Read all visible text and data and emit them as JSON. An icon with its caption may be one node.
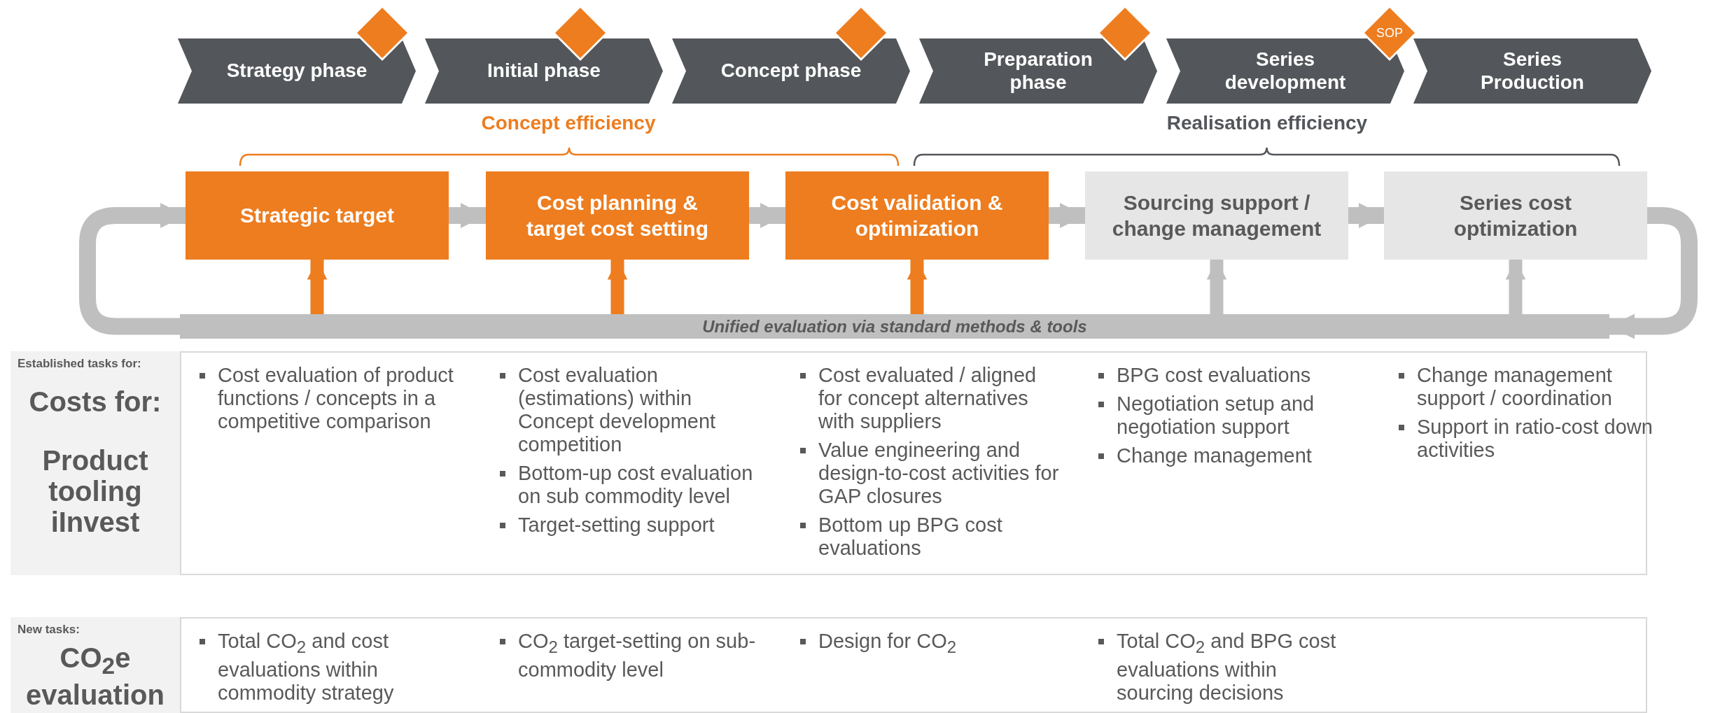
{
  "diagram": {
    "nodes": [
      {
        "text": [
          "Strategy phase"
        ]
      },
      {
        "text": [
          "Initial phase"
        ]
      },
      {
        "text": [
          "Concept phase"
        ]
      },
      {
        "text": [
          "Preparation phase"
        ]
      },
      {
        "text": [
          "Series development"
        ]
      },
      {
        "text": [
          "Series Production"
        ]
      },
      {
        "text": [],
        "shape": "diamond"
      },
      {
        "text": [],
        "shape": "diamond"
      },
      {
        "text": [],
        "shape": "diamond"
      },
      {
        "text": [],
        "shape": "diamond"
      },
      {
        "text": [
          "SOP"
        ]
      },
      {
        "text": [
          "Strategic target"
        ]
      },
      {
        "text": [
          "Cost planning & target cost setting"
        ]
      },
      {
        "text": [
          "Cost validation & optimization"
        ]
      },
      {
        "text": [
          "Sourcing support / change management"
        ]
      },
      {
        "text": [
          "Series cost optimization"
        ]
      },
      {
        "text": [
          "Unified evaluation via standard methods & tools"
        ]
      },
      {
        "text": [
          "Established tasks for:",
          "Costs for:",
          "Product tooling iInvest"
        ]
      },
      {
        "text": [
          "Cost evaluation of product functions / concepts in a competitive comparison",
          "Cost evaluation (estimations) within Concept development competition",
          "Bottom-up cost evaluation on sub commodity level",
          "Target-setting support",
          "Cost evaluated / aligned for concept alternatives with suppliers",
          "Value engineering and design-to-cost activities for GAP closures",
          "Bottom up BPG cost evaluations",
          "BPG cost evaluations",
          "Negotiation setup and negotiation support",
          "Change management",
          "Change management support / coordination",
          "Support in ratio-cost down activities"
        ]
      },
      {
        "text": [
          "New tasks:",
          "CO$_{2}$e evaluation"
        ]
      },
      {
        "text": [
          "Total CO$_{2}$ and cost evaluations within commodity strategy",
          "CO$_{2}$ target-setting on sub-commodity level",
          "Design for CO$_{2}$",
          "Total CO$_{2}$ and BPG cost evaluations within sourcing decisions"
        ]
      }
    ],
    "edges": [
      {
        "from": 11,
        "to": 12,
        "arrow": "to"
      },
      {
        "from": 12,
        "to": 13,
        "arrow": "to"
      },
      {
        "from": 13,
        "to": 14,
        "arrow": "to"
      },
      {
        "from": 14,
        "to": 15,
        "arrow": "to"
      },
      {
        "from": 16,
        "to": 11,
        "arrow": "to",
        "color": "#ed7d1f"
      },
      {
        "from": 16,
        "to": 12,
        "arrow": "to",
        "color": "#ed7d1f"
      },
      {
        "from": 16,
        "to": 13,
        "arrow": "to",
        "color": "#ed7d1f"
      },
      {
        "from": 16,
        "to": 14,
        "arrow": "to"
      },
      {
        "from": 16,
        "to": 15,
        "arrow": "to"
      },
      {
        "from": 15,
        "to": 16,
        "arrow": "to"
      },
      {
        "from": 16,
        "to": 11,
        "arrow": "to"
      }
    ],
    "labels": [
      "Concept efficiency",
      "Realisation efficiency"
    ]
  }
}
